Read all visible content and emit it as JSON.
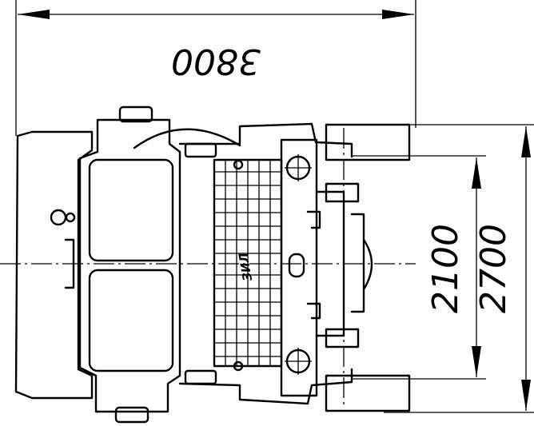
{
  "drawing": {
    "dimensions": {
      "overall_length": "3800",
      "track_width": "2100",
      "overall_width": "2700"
    },
    "grille_logo": "ЗИЛ",
    "colors": {
      "line": "#000000",
      "background": "#ffffff"
    }
  }
}
